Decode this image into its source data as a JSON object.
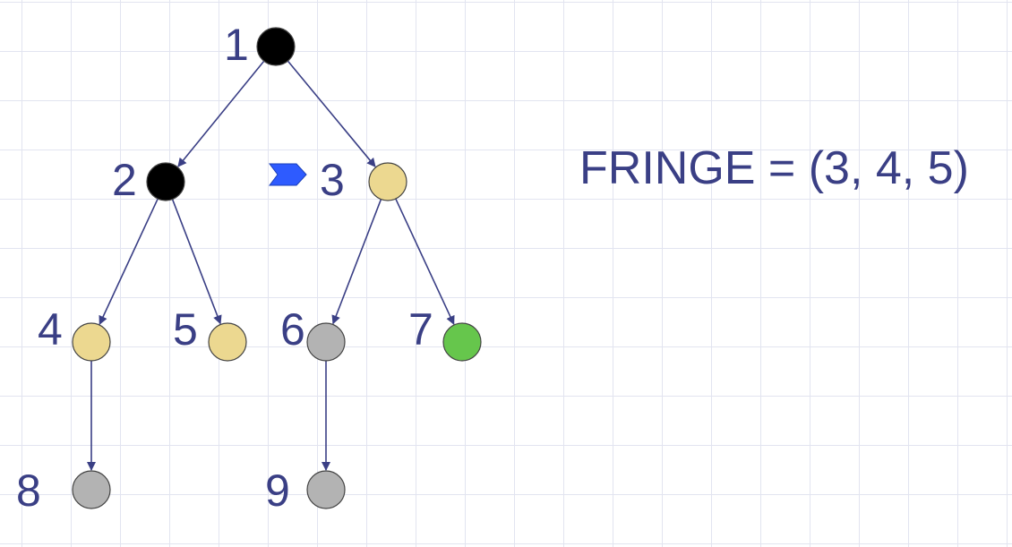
{
  "fringe": {
    "text": "FRINGE = (3, 4, 5)"
  },
  "colors": {
    "edge": "#3a3f85",
    "label": "#3a3f85",
    "marker": "#2e5bff",
    "stroke": "#444444"
  },
  "tree": {
    "current_node": "3",
    "nodes": [
      {
        "id": "1",
        "label": "1",
        "color": "#000000"
      },
      {
        "id": "2",
        "label": "2",
        "color": "#000000"
      },
      {
        "id": "3",
        "label": "3",
        "color": "#ecd890"
      },
      {
        "id": "4",
        "label": "4",
        "color": "#ecd890"
      },
      {
        "id": "5",
        "label": "5",
        "color": "#ecd890"
      },
      {
        "id": "6",
        "label": "6",
        "color": "#b3b3b3"
      },
      {
        "id": "7",
        "label": "7",
        "color": "#66c64c"
      },
      {
        "id": "8",
        "label": "8",
        "color": "#b3b3b3"
      },
      {
        "id": "9",
        "label": "9",
        "color": "#b3b3b3"
      }
    ],
    "edges": [
      {
        "from": "1",
        "to": "2"
      },
      {
        "from": "1",
        "to": "3"
      },
      {
        "from": "2",
        "to": "4"
      },
      {
        "from": "2",
        "to": "5"
      },
      {
        "from": "3",
        "to": "6"
      },
      {
        "from": "3",
        "to": "7"
      },
      {
        "from": "4",
        "to": "8"
      },
      {
        "from": "6",
        "to": "9"
      }
    ]
  }
}
